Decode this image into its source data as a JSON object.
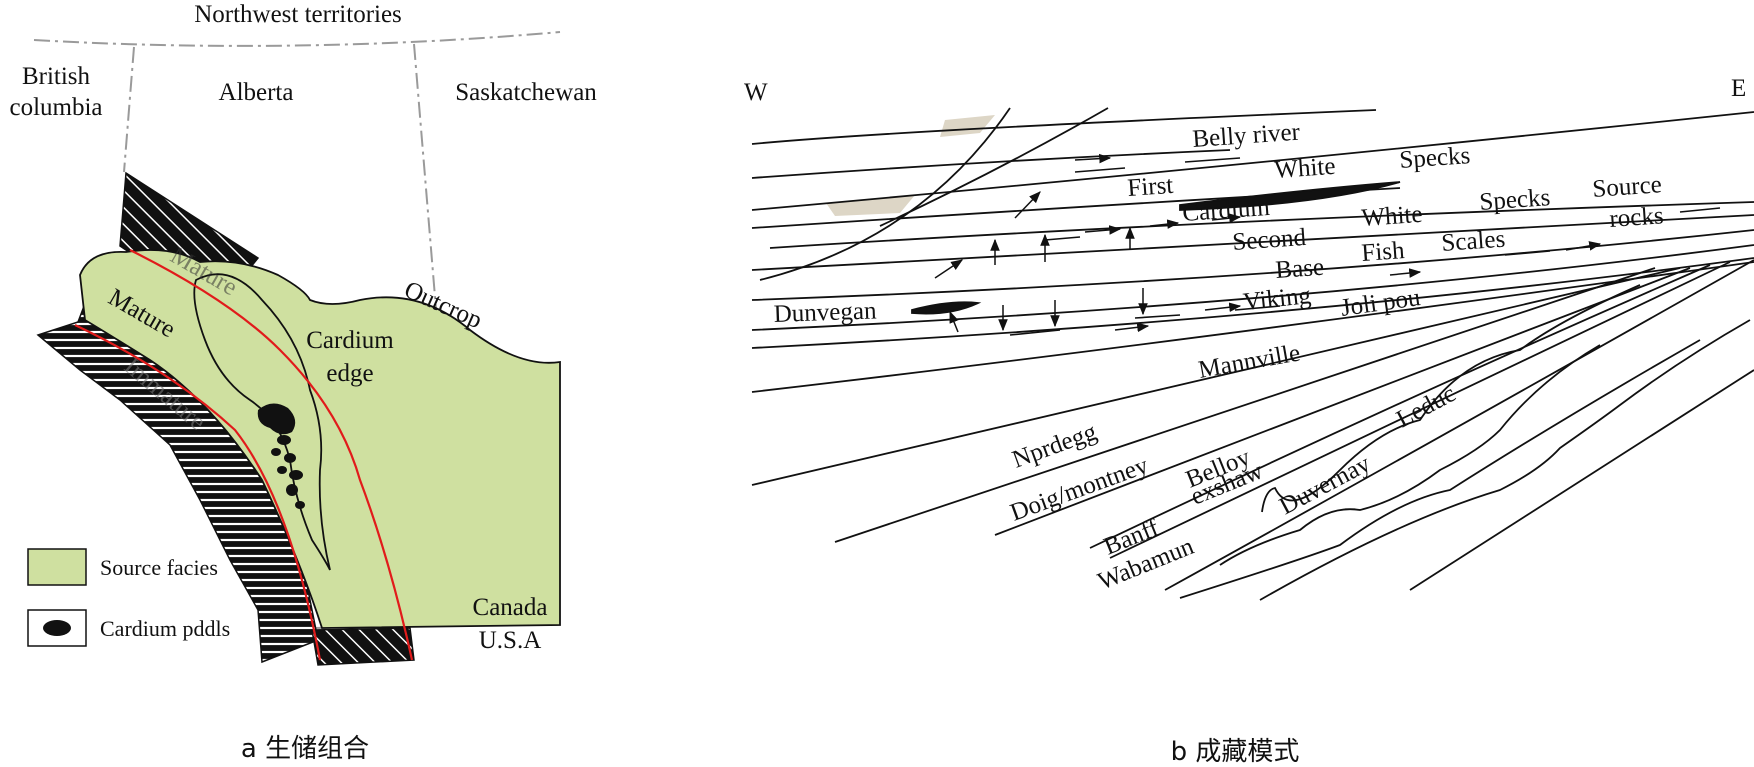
{
  "panel_a": {
    "map_labels": {
      "northwest": "Northwest territories",
      "bc_line1": "British",
      "bc_line2": "columbia",
      "alberta": "Alberta",
      "saskatchewan": "Saskatchewan",
      "outcrop": "Outcrop",
      "cardium_line1": "Cardium",
      "cardium_line2": "edge",
      "mature": "Mature",
      "mature_faded": "Mature",
      "immature_faded": "Immature",
      "canada": "Canada",
      "usa": "U.S.A"
    },
    "legend": [
      {
        "label": "Source facies",
        "swatch": "green-box"
      },
      {
        "label": "Cardium pddls",
        "swatch": "black-ellipse"
      }
    ],
    "caption": "a  生储组合"
  },
  "panel_b": {
    "direction_w": "W",
    "direction_e": "E",
    "units": {
      "belly_river": "Belly river",
      "first": "First",
      "white_1": "White",
      "specks_1": "Specks",
      "cardium": "Cardium",
      "second": "Second",
      "white_2": "White",
      "specks_2": "Specks",
      "source": "Source",
      "rocks": "rocks",
      "base": "Base",
      "fish": "Fish",
      "scales": "Scales",
      "dunvegan": "Dunvegan",
      "viking": "Viking",
      "joli_pou": "Joli pou",
      "mannville": "Mannville",
      "nprdegg": "Nprdegg",
      "doig": "Doig/montney",
      "belloy": "Belloy",
      "banff": "Banff",
      "exshaw": "exshaw",
      "wabamun": "Wabamun",
      "duvernay": "Duvernay",
      "leduc": "Leduc"
    },
    "caption": "b  成藏模式"
  },
  "colors": {
    "source_facies": "#cfe0a0",
    "boundary_red": "#e11b1b",
    "border_gray": "#9a9a9a",
    "highlight_tan": "#ddd6c6",
    "ink": "#111111"
  }
}
